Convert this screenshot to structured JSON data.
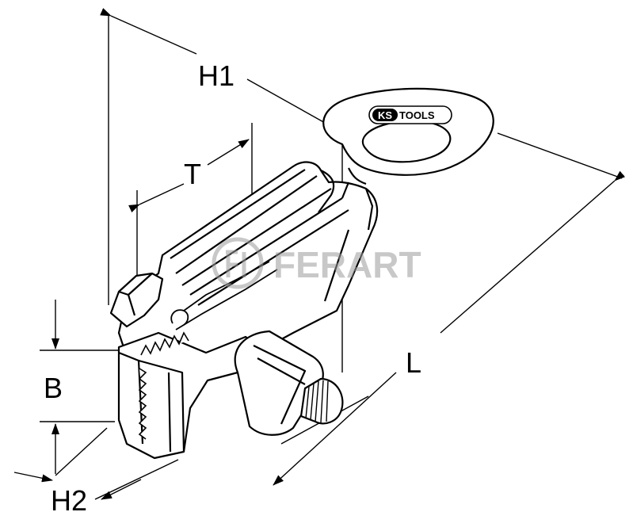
{
  "dimensions": {
    "h1": "H1",
    "t": "T",
    "l": "L",
    "b": "B",
    "h2": "H2"
  },
  "brand_logo": {
    "ks_text": "KS",
    "tools_text": "TOOLS"
  },
  "watermark": {
    "text": "FERART",
    "color": "#9a9a9a"
  },
  "colors": {
    "line": "#000000",
    "background": "#ffffff"
  }
}
